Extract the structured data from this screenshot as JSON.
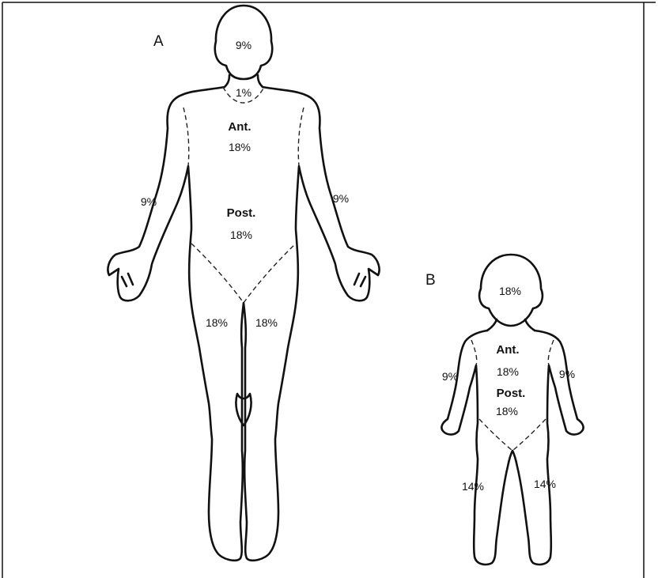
{
  "figure": {
    "adult": {
      "panel_label": "A",
      "head": "9%",
      "neck": "1%",
      "trunk_ant_label": "Ant.",
      "trunk_ant_value": "18%",
      "trunk_post_label": "Post.",
      "trunk_post_value": "18%",
      "left_arm": "9%",
      "right_arm": "9%",
      "left_leg": "18%",
      "right_leg": "18%"
    },
    "child": {
      "panel_label": "B",
      "head": "18%",
      "trunk_ant_label": "Ant.",
      "trunk_ant_value": "18%",
      "trunk_post_label": "Post.",
      "trunk_post_value": "18%",
      "left_arm": "9%",
      "right_arm": "9%",
      "left_leg": "14%",
      "right_leg": "14%"
    }
  }
}
